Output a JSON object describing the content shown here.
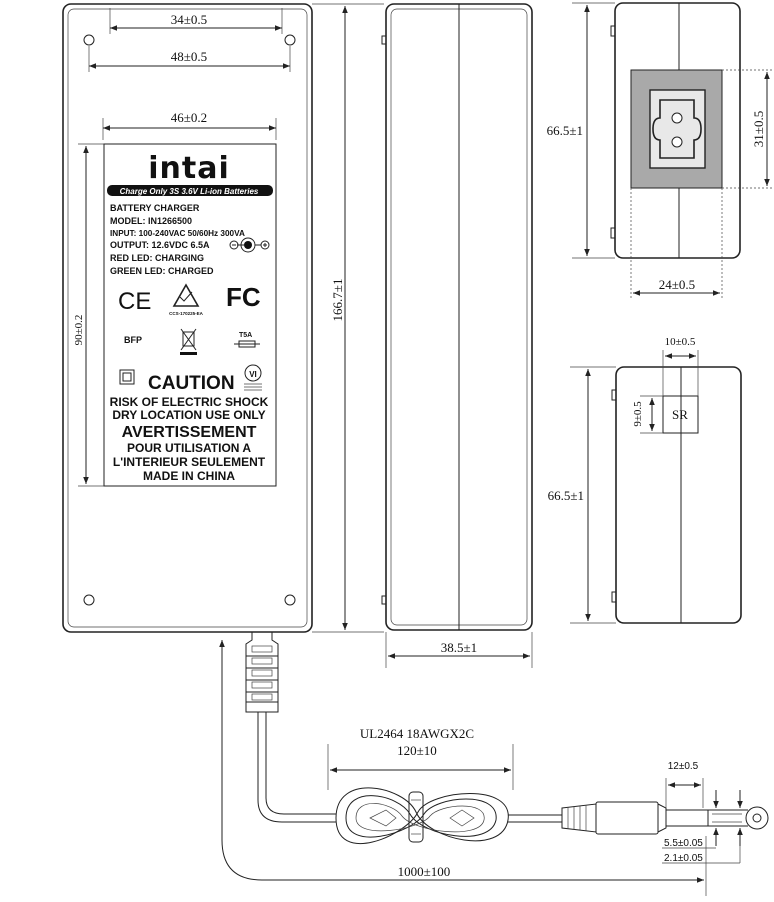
{
  "dimensions": {
    "top_mount_spacing": "34±0.5",
    "hole_spacing": "48±0.5",
    "label_width": "46±0.2",
    "label_height": "90±0.2",
    "body_length": "166.7±1",
    "body_thickness": "38.5±1",
    "end_height": "66.5±1",
    "inlet_height": "31±0.5",
    "end_width": "24±0.5",
    "side_end_height": "66.5±1",
    "sr_width": "10±0.5",
    "sr_height": "9±0.5",
    "plug_length": "12±0.5",
    "plug_od": "5.5±0.05",
    "plug_id": "2.1±0.05",
    "cable_length": "1000±100",
    "coil_length": "120±10"
  },
  "cable_spec": "UL2464 18AWGX2C",
  "strain_relief_label": "SR",
  "label": {
    "brand": "intai",
    "banner": "Charge Only 3S 3.6V Li-ion Batteries",
    "lines": [
      "BATTERY CHARGER",
      "MODEL: IN1266500",
      "INPUT: 100-240VAC 50/60Hz  300VA",
      "OUTPUT: 12.6VDC 6.5A",
      "RED LED: CHARGING",
      "GREEN LED: CHARGED"
    ],
    "ce_mark": "CE",
    "rcm_code": "CCS-170225-EA",
    "fc_mark": "FC",
    "bfp": "BFP",
    "fuse": "T5A",
    "caution": "CAUTION",
    "efficiency_mark": "VI",
    "warning_lines": [
      "RISK OF ELECTRIC SHOCK",
      "DRY LOCATION USE ONLY"
    ],
    "avertissement": "AVERTISSEMENT",
    "french_lines": [
      "POUR UTILISATION A",
      "L'INTERIEUR SEULEMENT",
      "MADE IN CHINA"
    ]
  }
}
